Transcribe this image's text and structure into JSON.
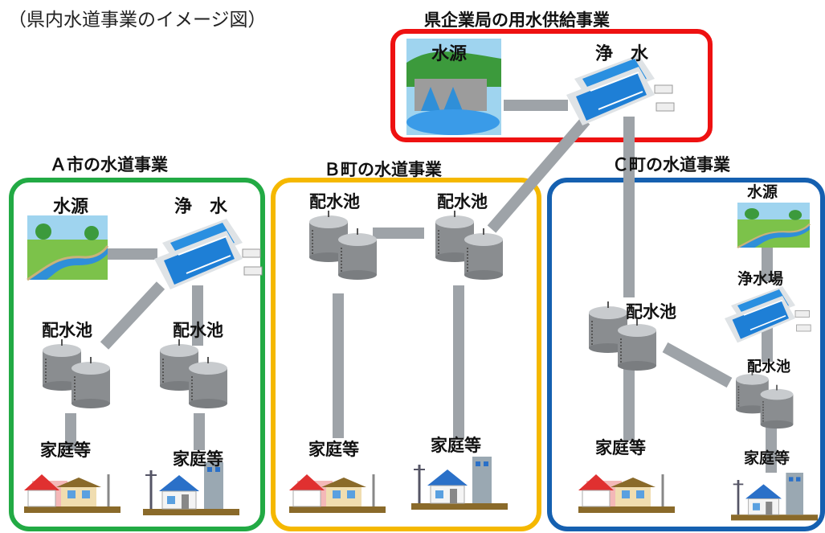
{
  "caption": "（県内水道事業のイメージ図）",
  "colors": {
    "prefecture_frame": "#ee1111",
    "city_a_frame": "#22aa44",
    "town_b_frame": "#f5b800",
    "town_c_frame": "#1560b0",
    "pipe": "#9ea3a8",
    "water": "#2a8fe0"
  },
  "prefecture": {
    "title": "県企業局の用水供給事業",
    "water_source": "水源",
    "purification": "浄　水"
  },
  "city_a": {
    "title": "Ａ市の水道事業",
    "water_source": "水源",
    "purification": "浄　水",
    "reservoir_1": "配水池",
    "reservoir_2": "配水池",
    "homes": "家庭等",
    "buildings": "家庭等"
  },
  "town_b": {
    "title": "Ｂ町の水道事業",
    "reservoir_1": "配水池",
    "reservoir_2": "配水池",
    "homes": "家庭等",
    "buildings": "家庭等"
  },
  "town_c": {
    "title": "Ｃ町の水道事業",
    "water_source": "水源",
    "purification": "浄水場",
    "reservoir_1": "配水池",
    "reservoir_2": "配水池",
    "homes": "家庭等",
    "buildings": "家庭等"
  }
}
